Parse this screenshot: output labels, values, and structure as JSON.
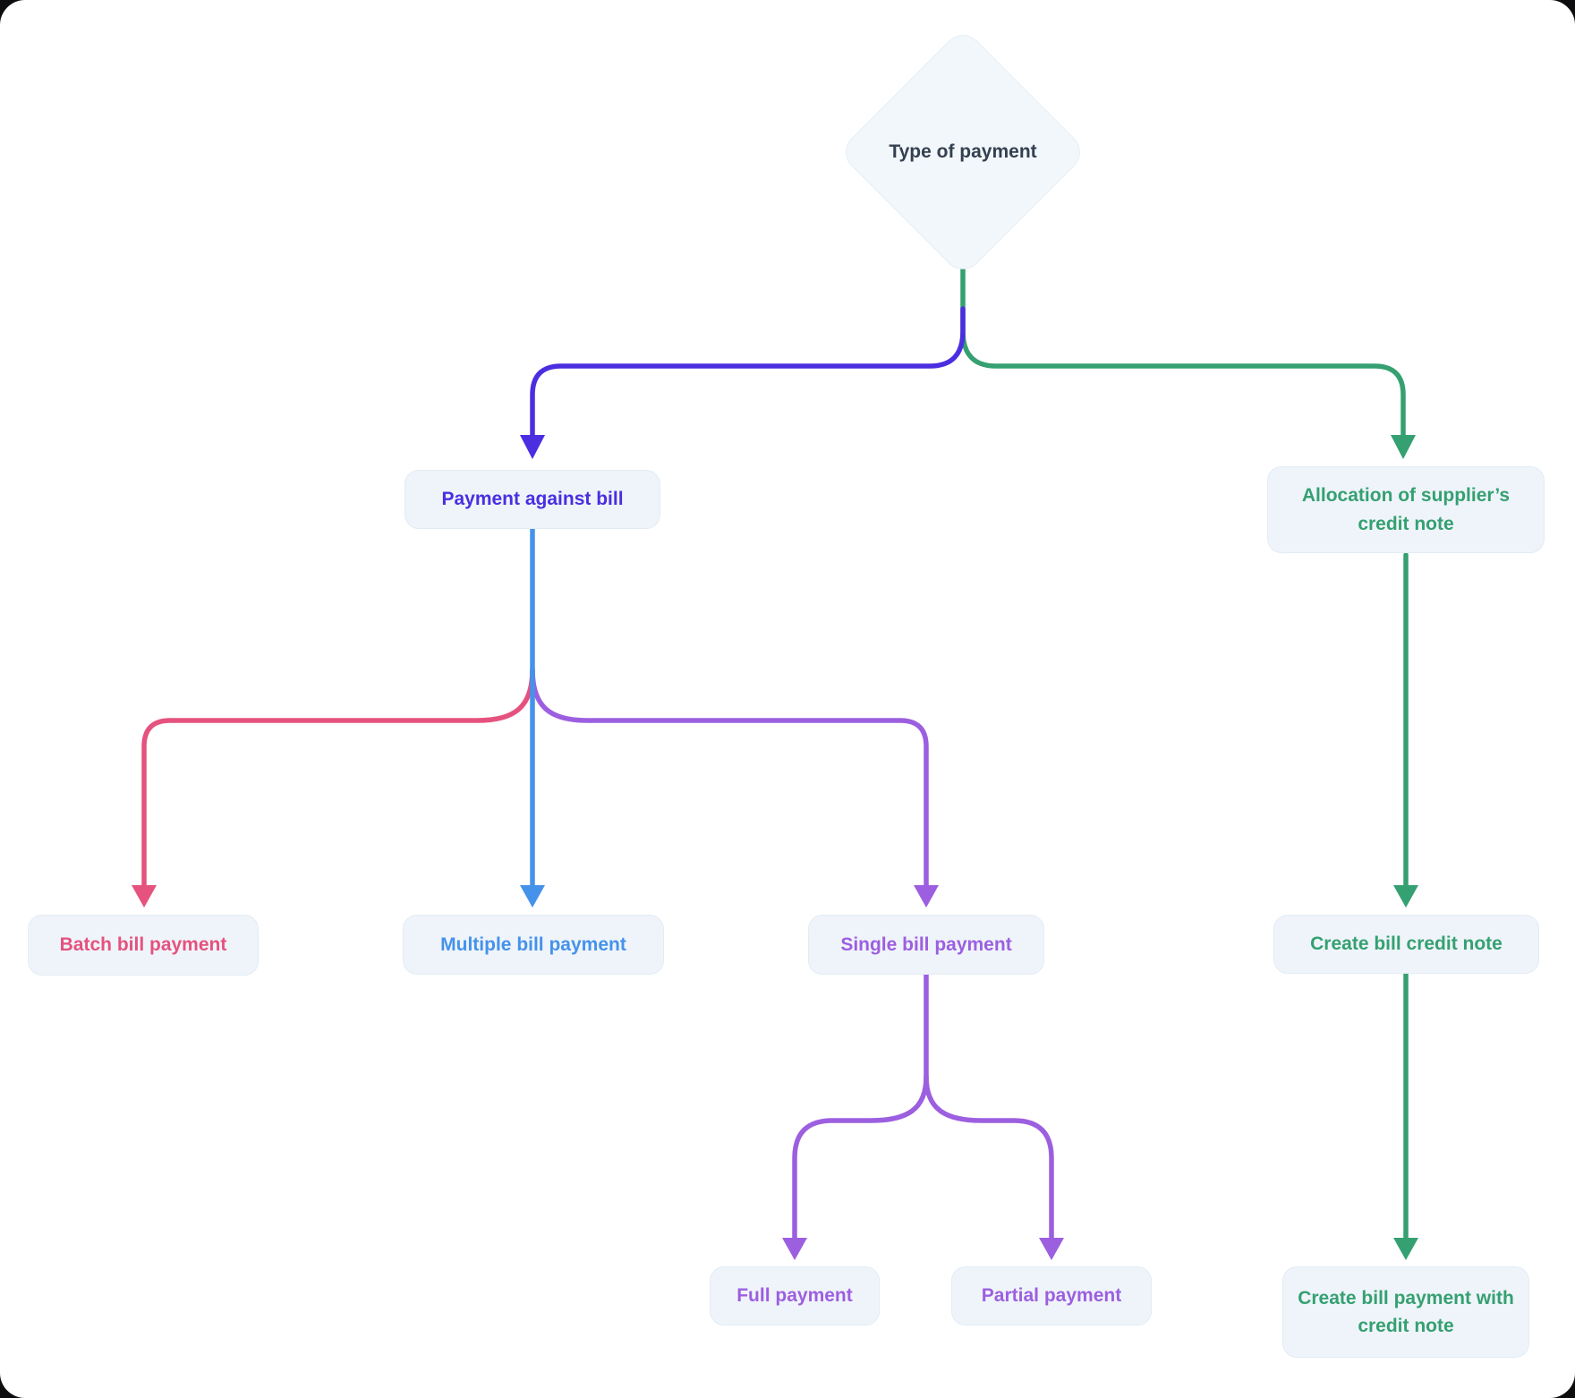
{
  "diagram_title": "Type of payment flowchart",
  "colors": {
    "indigo": "#4a2ee0",
    "green": "#35a071",
    "blue": "#4592ea",
    "pink": "#e5527e",
    "purple": "#9c5fe0",
    "title": "#344050",
    "node_bg": "#eff4fa",
    "node_border": "#e3ecf4",
    "canvas_bg": "#ffffff"
  },
  "nodes": {
    "root": {
      "label": "Type of payment",
      "shape": "diamond",
      "color_key": "title"
    },
    "payment_against_bill": {
      "label": "Payment against bill",
      "color_key": "indigo"
    },
    "allocation_supplier_credit_note": {
      "label": "Allocation of supplier’s credit note",
      "color_key": "green"
    },
    "batch_bill_payment": {
      "label": "Batch bill payment",
      "color_key": "pink"
    },
    "multiple_bill_payment": {
      "label": "Multiple bill payment",
      "color_key": "blue"
    },
    "single_bill_payment": {
      "label": "Single bill payment",
      "color_key": "purple"
    },
    "full_payment": {
      "label": "Full payment",
      "color_key": "purple"
    },
    "partial_payment": {
      "label": "Partial payment",
      "color_key": "purple"
    },
    "create_bill_credit_note": {
      "label": "Create bill credit note",
      "color_key": "green"
    },
    "create_bill_payment_with_credit_note": {
      "label": "Create bill payment with credit note",
      "color_key": "green"
    }
  },
  "edges": [
    {
      "from": "root",
      "to": "payment_against_bill",
      "color_key": "indigo"
    },
    {
      "from": "root",
      "to": "allocation_supplier_credit_note",
      "color_key": "green"
    },
    {
      "from": "payment_against_bill",
      "to": "batch_bill_payment",
      "color_key": "pink"
    },
    {
      "from": "payment_against_bill",
      "to": "multiple_bill_payment",
      "color_key": "blue"
    },
    {
      "from": "payment_against_bill",
      "to": "single_bill_payment",
      "color_key": "purple"
    },
    {
      "from": "single_bill_payment",
      "to": "full_payment",
      "color_key": "purple"
    },
    {
      "from": "single_bill_payment",
      "to": "partial_payment",
      "color_key": "purple"
    },
    {
      "from": "allocation_supplier_credit_note",
      "to": "create_bill_credit_note",
      "color_key": "green"
    },
    {
      "from": "create_bill_credit_note",
      "to": "create_bill_payment_with_credit_note",
      "color_key": "green"
    }
  ]
}
